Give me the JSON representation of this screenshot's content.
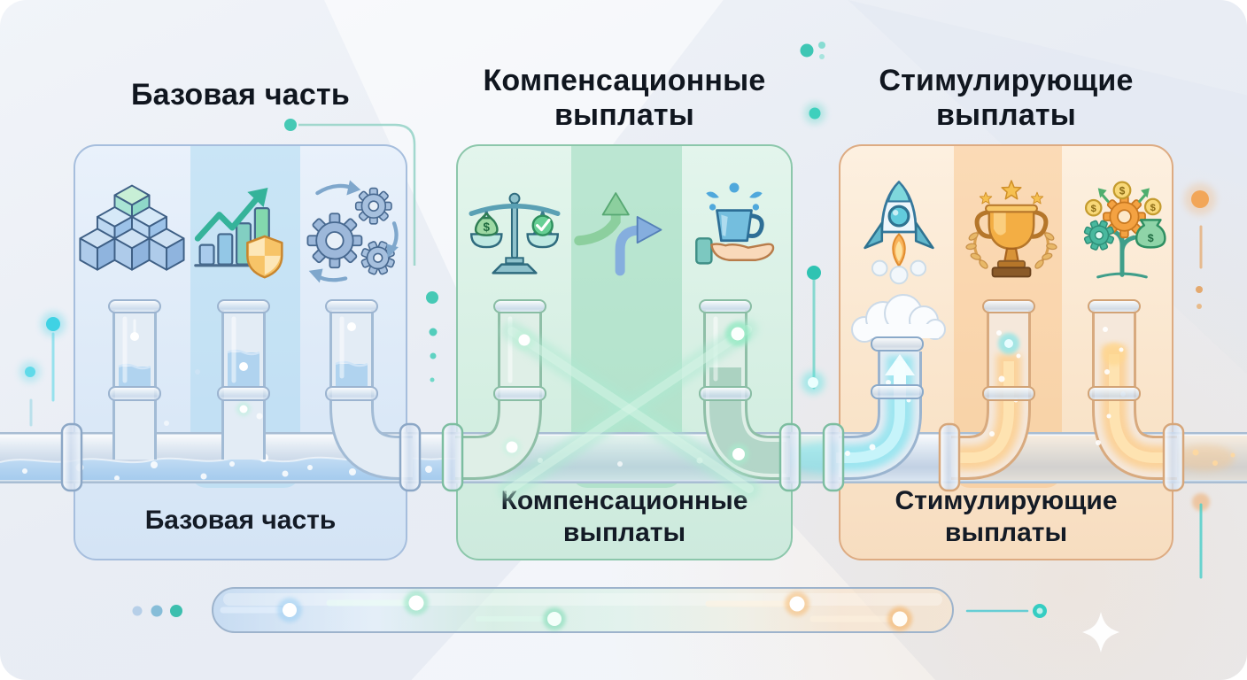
{
  "currency_glyph": "$",
  "palette": {
    "background": "#eceff5",
    "text": "#141b26",
    "teal_accent": "#3ec9b6",
    "cyan_glow": "#53d6e8",
    "base_panel_border": "#a6bedd",
    "base_panel_fill": "#e3edf9",
    "compensation_panel_border": "#8cc7ab",
    "compensation_panel_fill": "#ddf2e7",
    "incentive_panel_border": "#ddab82",
    "incentive_panel_fill": "#fbeddb",
    "water_blue": "#a6cdef",
    "flow_green": "#9fdcc0",
    "flow_cyan": "#66e2ee",
    "flow_orange": "#ffc470"
  },
  "sections": [
    {
      "title": "Базовая часть",
      "label": "Базовая часть",
      "icons": [
        "building-blocks-icon",
        "growth-chart-shield-icon",
        "gears-process-icon"
      ]
    },
    {
      "title": "Компенсационные выплаты",
      "label": "Компенсационные выплаты",
      "icons": [
        "balance-scale-money-icon",
        "diverging-arrows-icon",
        "hand-holding-cup-icon"
      ]
    },
    {
      "title": "Стимулирующие выплаты",
      "label": "Стимулирующие выплаты",
      "icons": [
        "rocket-launch-icon",
        "trophy-award-icon",
        "money-tree-icon"
      ]
    }
  ]
}
